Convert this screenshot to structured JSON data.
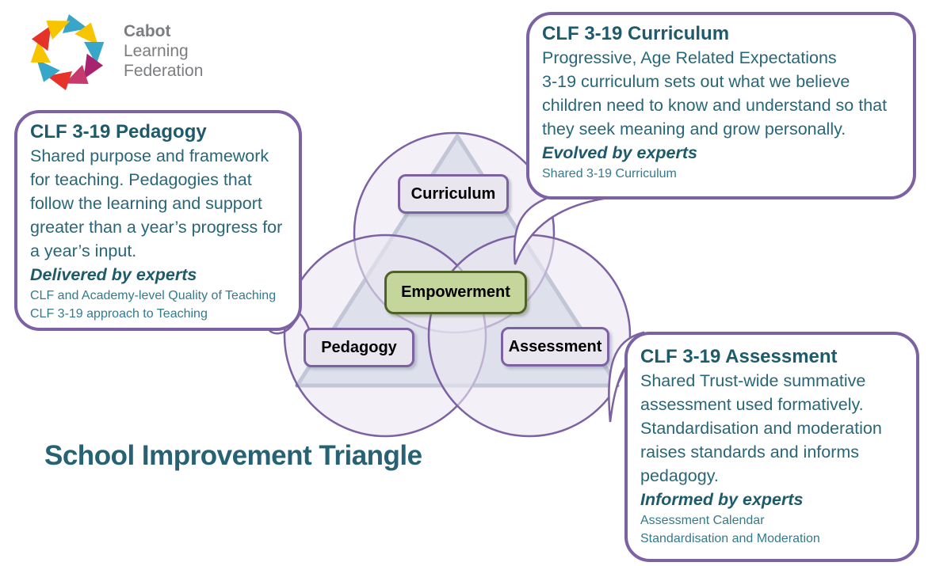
{
  "logo": {
    "org_lines": [
      "Cabot",
      "Learning",
      "Federation"
    ],
    "mark_colors": [
      "#38a6c9",
      "#f6c500",
      "#38a6c9",
      "#a8236d",
      "#c73a6e",
      "#e63329",
      "#e63329",
      "#38a6c9",
      "#f6c500",
      "#e63329"
    ]
  },
  "callouts": {
    "pedagogy": {
      "heading": "CLF 3-19 Pedagogy",
      "body": "Shared purpose and framework for teaching. Pedagogies that follow the learning and support greater than a year’s progress for a year’s input.",
      "experts": "Delivered by experts",
      "notes": [
        "CLF and Academy-level Quality of Teaching",
        "CLF 3-19 approach to Teaching"
      ]
    },
    "curriculum": {
      "heading": "CLF 3-19 Curriculum",
      "body_line1": "Progressive, Age Related Expectations",
      "body_line2": "3-19 curriculum sets out what we believe children need to know and understand so that they seek meaning and grow personally.",
      "experts": "Evolved by experts",
      "notes": [
        "Shared 3-19 Curriculum"
      ]
    },
    "assessment": {
      "heading": "CLF 3-19 Assessment",
      "body": "Shared Trust-wide summative assessment used formatively. Standardisation and moderation raises standards and informs pedagogy.",
      "experts": "Informed by experts",
      "notes": [
        "Assessment Calendar",
        "Standardisation and Moderation"
      ]
    }
  },
  "diagram": {
    "nodes": {
      "top": "Curriculum",
      "left": "Pedagogy",
      "right": "Assessment",
      "center": "Empowerment"
    },
    "colors": {
      "circle_stroke": "#7c62a2",
      "circle_fill": "rgba(235,232,242,0.6)",
      "triangle_fill": "#cbd4e4",
      "triangle_stroke": "#8494ac",
      "node_fill": "#eae6f0",
      "center_fill": "#c4d69b",
      "center_stroke": "#4e6128"
    }
  },
  "title": "School Improvement Triangle",
  "colors": {
    "accent_purple": "#7c62a2",
    "text_teal": "#1d5b6b",
    "title_teal": "#266273"
  }
}
